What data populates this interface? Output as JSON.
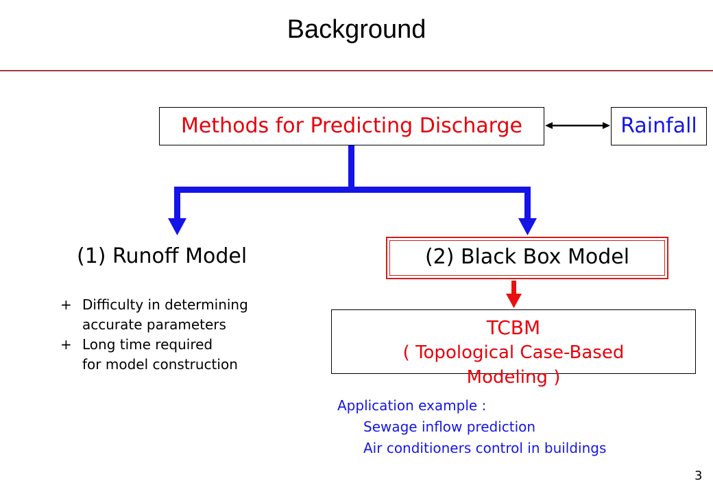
{
  "title": "Background",
  "methods_box": "Methods for Predicting Discharge",
  "rainfall_box": "Rainfall",
  "runoff_model": "(1) Runoff Model",
  "black_box_model": "(2) Black Box Model",
  "runoff_notes": [
    {
      "bullet": "+",
      "line1": "Difficulty in determining",
      "line2": "accurate parameters"
    },
    {
      "bullet": "+",
      "line1": "Long time required",
      "line2": "for model construction"
    }
  ],
  "tcbm": {
    "name": "TCBM",
    "full_line1": "( Topological Case-Based",
    "full_line2": "Modeling )"
  },
  "application": {
    "heading": "Application example :",
    "items": [
      "Sewage inflow prediction",
      "Air conditioners control in buildings"
    ]
  },
  "page_number": "3",
  "colors": {
    "red_text": "#e8000a",
    "blue_text": "#1515e6",
    "blue_connector": "#1414e8",
    "red_arrow": "#e81010",
    "title_rule": "#a13a3a"
  }
}
